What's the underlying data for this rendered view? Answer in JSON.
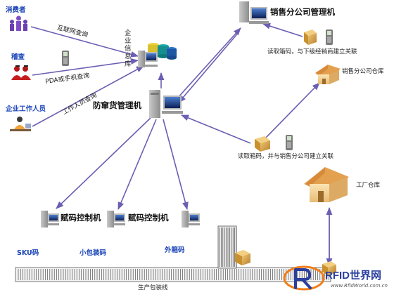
{
  "actors": {
    "consumer": "消费者",
    "inspector": "稽查",
    "staff": "企业工作人员"
  },
  "edges": {
    "internet_query": "互联网查询",
    "pda_query": "PDA或手机查询",
    "staff_query": "工作人员查询"
  },
  "nodes": {
    "enterprise_db": "企业信息库",
    "anti_fleeing": "防窜货管理机",
    "sales_branch": "销售分公司管理机",
    "branch_warehouse": "销售分公司仓库",
    "factory_warehouse": "工厂仓库",
    "coder_1": "赋码控制机",
    "coder_2": "赋码控制机"
  },
  "actions": {
    "read_link_dealer": "读取箱码，与下级经销商建立关联",
    "read_link_branch": "读取箱码，并与销售分公司建立关联"
  },
  "codes": {
    "sku": "SKU码",
    "small_pack": "小包装码",
    "outer_box": "外箱码"
  },
  "production_line": "生产包装线",
  "watermark": {
    "brand": "RFID世界网",
    "url": "www.RfidWorld.com.cn"
  },
  "colors": {
    "arrow": "#6a5fb3",
    "label_blue": "#1a44b8",
    "logo_orange": "#f07e1b",
    "logo_blue": "#2a3f9e"
  }
}
